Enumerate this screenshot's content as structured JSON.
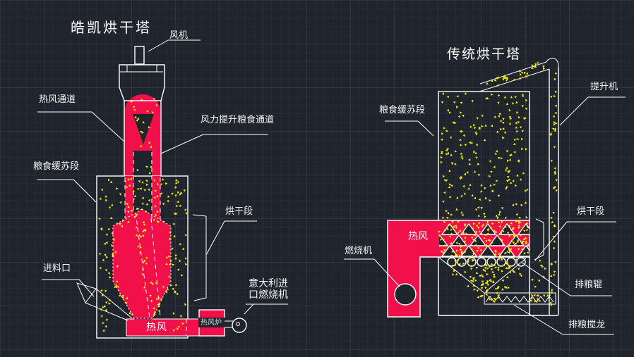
{
  "colors": {
    "background": "#20242c",
    "grid_minor": "#262b35",
    "grid_major": "#2d3340",
    "line": "#ffffff",
    "red": "#f2104a",
    "grain_yellow": "#f8ee0c",
    "label_text": "#f2f2f2"
  },
  "left_tower": {
    "title": "皓凯烘干塔",
    "labels": {
      "fan": "风机",
      "hot_air_channel": "热风通道",
      "wind_grain_lift_channel": "风力提升粮食通道",
      "grain_tempering_section": "粮食缓苏段",
      "drying_section": "烘干段",
      "feed_inlet": "进料口",
      "hot_air": "热风",
      "hot_air_furnace": "热风炉",
      "imported_burner_line1": "意大利进",
      "imported_burner_line2": "口燃烧机"
    }
  },
  "right_tower": {
    "title": "传统烘干塔",
    "labels": {
      "elevator": "提升机",
      "grain_tempering_section": "粮食缓苏段",
      "drying_section": "烘干段",
      "hot_air": "热风",
      "burner": "燃烧机",
      "grain_discharge_roller": "排粮辊",
      "grain_discharge_auger": "排粮搅龙"
    }
  }
}
